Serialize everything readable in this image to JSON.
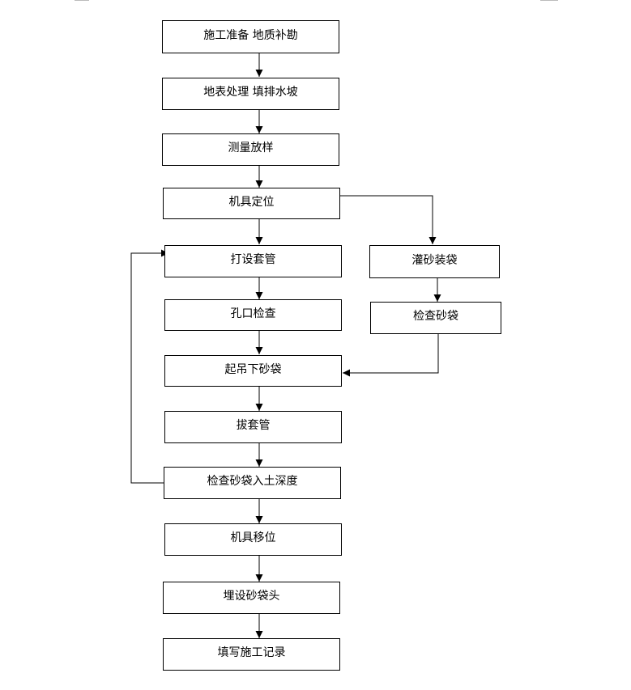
{
  "steps": {
    "prep": "施工准备  地质补勘",
    "surface": "地表处理  填排水坡",
    "survey": "测量放样",
    "machine_position": "机具定位",
    "drive_casing": "打设套管",
    "hole_check": "孔口检查",
    "lower_sandbag": "起吊下砂袋",
    "pull_casing": "拔套管",
    "check_depth": "检查砂袋入土深度",
    "machine_move": "机具移位",
    "bury_head": "埋设砂袋头",
    "record": "填写施工记录"
  },
  "side_steps": {
    "fill_sandbag": "灌砂装袋",
    "check_sandbag": "检查砂袋"
  }
}
